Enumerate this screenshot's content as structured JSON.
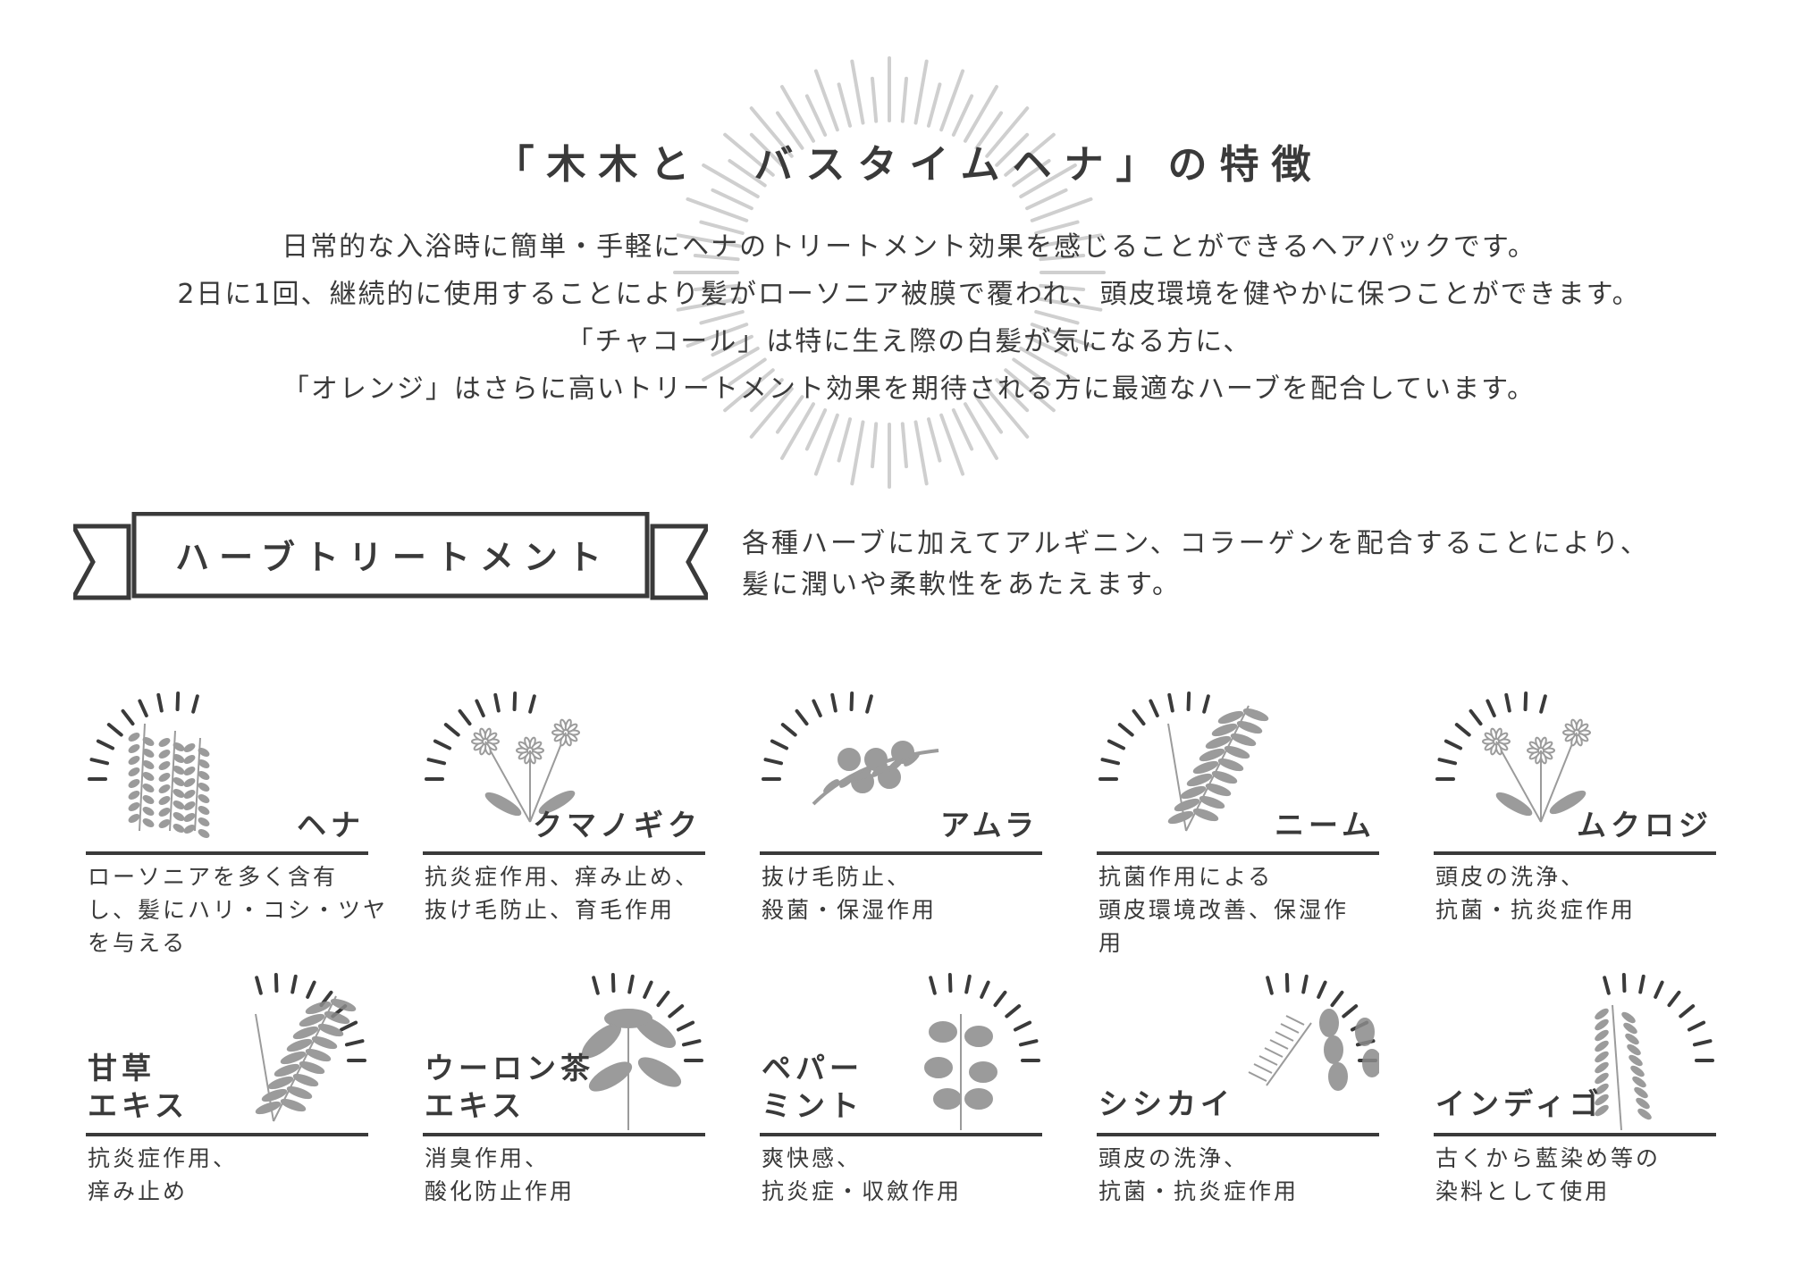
{
  "title": "「木木と　バスタイムヘナ」の特徴",
  "intro": [
    "日常的な入浴時に簡単・手軽にヘナのトリートメント効果を感じることができるヘアパックです。",
    "2日に1回、継続的に使用することにより髪がローソニア被膜で覆われ、頭皮環境を健やかに保つことができます。",
    "「チャコール」は特に生え際の白髪が気になる方に、",
    "「オレンジ」はさらに高いトリートメント効果を期待される方に最適なハーブを配合しています。"
  ],
  "section": {
    "heading": "ハーブトリートメント",
    "description": [
      "各種ハーブに加えてアルギニン、コラーゲンを配合することにより、",
      "髪に潤いや柔軟性をあたえます。"
    ]
  },
  "herbs": [
    {
      "name": [
        "ヘナ"
      ],
      "desc": [
        "ローソニアを多く含有",
        "し、髪にハリ・コシ・ツヤ",
        "を与える"
      ],
      "illustration": "henna-plant-icon"
    },
    {
      "name": [
        "クマノギク"
      ],
      "desc": [
        "抗炎症作用、痒み止め、",
        "抜け毛防止、育毛作用"
      ],
      "illustration": "daisy-icon"
    },
    {
      "name": [
        "アムラ"
      ],
      "desc": [
        "抜け毛防止、",
        "殺菌・保湿作用"
      ],
      "illustration": "amla-fruit-icon"
    },
    {
      "name": [
        "ニーム"
      ],
      "desc": [
        "抗菌作用による",
        "頭皮環境改善、保湿作",
        "用"
      ],
      "illustration": "neem-leaf-icon"
    },
    {
      "name": [
        "ムクロジ"
      ],
      "desc": [
        "頭皮の洗浄、",
        "抗菌・抗炎症作用"
      ],
      "illustration": "soapberry-icon"
    },
    {
      "name": [
        "甘草",
        "エキス"
      ],
      "desc": [
        "抗炎症作用、",
        "痒み止め"
      ],
      "illustration": "licorice-icon"
    },
    {
      "name": [
        "ウーロン茶",
        "エキス"
      ],
      "desc": [
        "消臭作用、",
        "酸化防止作用"
      ],
      "illustration": "tea-leaf-icon"
    },
    {
      "name": [
        "ペパー",
        "ミント"
      ],
      "desc": [
        "爽快感、",
        "抗炎症・収斂作用"
      ],
      "illustration": "peppermint-icon"
    },
    {
      "name": [
        "シシカイ"
      ],
      "desc": [
        "頭皮の洗浄、",
        "抗菌・抗炎症作用"
      ],
      "illustration": "shikakai-pod-icon"
    },
    {
      "name": [
        "インディゴ"
      ],
      "desc": [
        "古くから藍染め等の",
        "染料として使用"
      ],
      "illustration": "indigo-plant-icon"
    }
  ],
  "colors": {
    "text": "#3a3a3a",
    "rays": "#cfcfcf",
    "illustration": "#8a8a8a"
  }
}
